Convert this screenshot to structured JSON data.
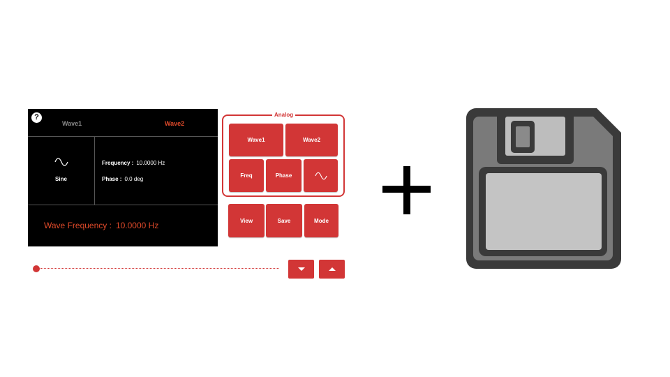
{
  "display": {
    "help_glyph": "?",
    "tabs": [
      "Wave1",
      "Wave2"
    ],
    "active_tab": "Wave2",
    "waveform": {
      "icon": "sine-wave-icon",
      "label": "Sine"
    },
    "params": {
      "frequency_label": "Frequency :",
      "frequency_value": "10.0000 Hz",
      "phase_label": "Phase :",
      "phase_value": "0.0 deg"
    },
    "readout": {
      "label": "Wave Frequency :",
      "value": "10.0000 Hz"
    }
  },
  "analog": {
    "title": "Analog",
    "buttons": [
      "Wave1",
      "Wave2",
      "Freq",
      "Phase"
    ],
    "wave_button_icon": "sine-wave-icon"
  },
  "actions": {
    "buttons": [
      "View",
      "Save",
      "Mode"
    ]
  },
  "slider": {
    "value": 0.0
  },
  "arrows": {
    "down_icon": "triangle-down-icon",
    "up_icon": "triangle-up-icon"
  },
  "plus_icon": "plus-icon",
  "floppy_icon": "floppy-disk-icon",
  "colors": {
    "accent": "#d23636",
    "active_tab": "#e04a2a",
    "inactive_tab": "#8a8a8a",
    "display_bg": "#000000"
  }
}
